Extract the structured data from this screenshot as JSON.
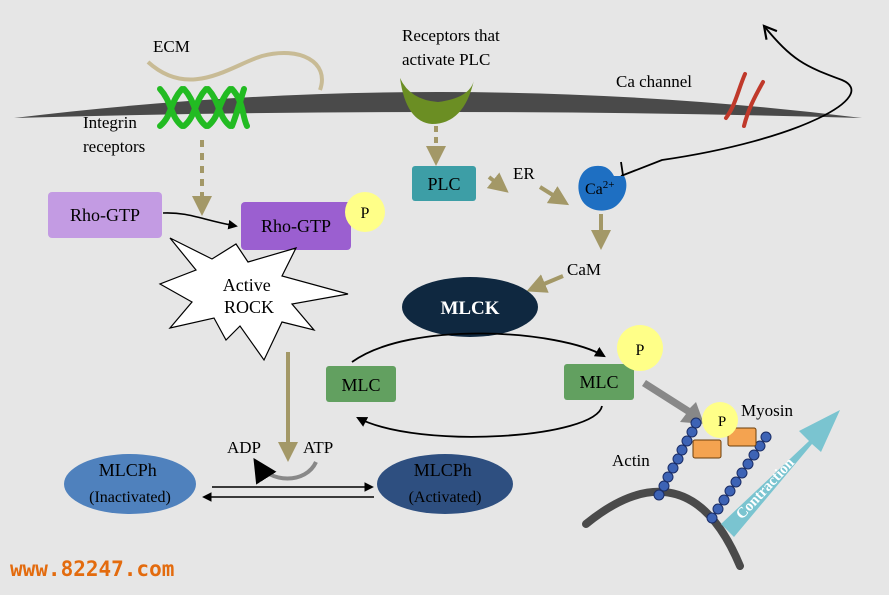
{
  "labels": {
    "ecm": "ECM",
    "integrin_line1": "Integrin",
    "integrin_line2": "receptors",
    "plc_receptors_line1": "Receptors that",
    "plc_receptors_line2": "activate PLC",
    "ca_channel": "Ca channel",
    "plc": "PLC",
    "er": "ER",
    "ca_base": "Ca",
    "ca_sup": "2+",
    "cam": "CaM",
    "rho_gtp_inactive": "Rho-GTP",
    "rho_gtp_active": "Rho-GTP",
    "phospho": "P",
    "rock_line1": "Active",
    "rock_line2": "ROCK",
    "mlck": "MLCK",
    "mlc_left": "MLC",
    "mlc_right": "MLC",
    "myosin": "Myosin",
    "actin": "Actin",
    "contraction": "Contraction",
    "adp": "ADP",
    "atp": "ATP",
    "mlcph_inactive_line1": "MLCPh",
    "mlcph_inactive_line2": "(Inactivated)",
    "mlcph_active_line1": "MLCPh",
    "mlcph_active_line2": "(Activated)",
    "watermark": "www.82247.com"
  },
  "colors": {
    "background": "#e6e6e6",
    "membrane": "#4a4a4a",
    "integrin": "#22bb22",
    "ecm_fiber": "#c8bb95",
    "receptor": "#6b8e23",
    "arrow_khaki": "#a39867",
    "plc_box": "#3d9ea6",
    "ca_blob": "#1e6fc2",
    "rho_light": "#c39be3",
    "rho_dark": "#9b5fd0",
    "phospho": "#ffff88",
    "mlck": "#0f2840",
    "mlc": "#62a060",
    "mlcph_light": "#4f81bd",
    "mlcph_dark": "#2e4f80",
    "actin_bead": "#3d63b5",
    "myosin_head": "#f4a350",
    "contraction_arrow": "#7ac4d0",
    "channel": "#c0392b",
    "watermark": "#e36b0e"
  }
}
